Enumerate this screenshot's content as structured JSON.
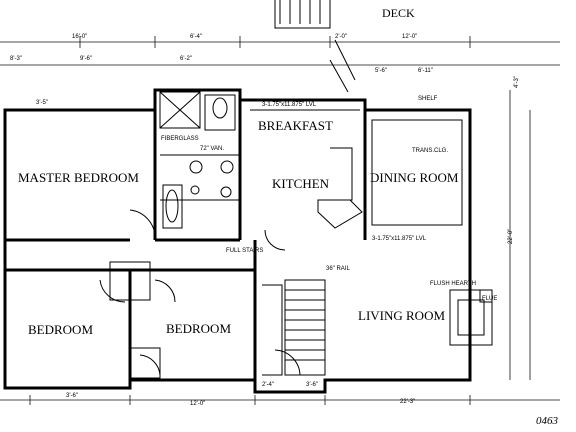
{
  "rooms": {
    "deck": "DECK",
    "master_bedroom": "MASTER BEDROOM",
    "breakfast": "BREAKFAST",
    "kitchen": "KITCHEN",
    "dining_room": "DINING ROOM",
    "bedroom_1": "BEDROOM",
    "bedroom_2": "BEDROOM",
    "living_room": "LIVING ROOM"
  },
  "notes": {
    "van": "72\" VAN.",
    "full_stairs": "FULL STAIRS",
    "rail": "36\" RAIL",
    "flush_hearth": "FLUSH HEARTH",
    "transom": "TRANS.CLG.",
    "flue": "FLUE",
    "shelf": "SHELF",
    "fiberglass": "FIBERGLASS"
  },
  "dimensions": {
    "top_1": "16'-0\"",
    "top_2": "6'-4\"",
    "top_3": "2'-0\"",
    "top_4": "12'-0\"",
    "top_5": "8'-3\"",
    "top_6": "9'-6\"",
    "top_7": "6'-2\"",
    "top_8": "5'-6\"",
    "top_9": "6'-11\"",
    "left_1": "3'-5\"",
    "side_1": "4'-3\"",
    "side_2": "22'-0\"",
    "bottom_1": "3'-6\"",
    "bottom_2": "12'-0\"",
    "bottom_3": "2'-4\"",
    "bottom_4": "3'-6\"",
    "bottom_5": "22'-3\"",
    "beam_1": "3-1.75\"x11.875\" LVL",
    "beam_2": "3-1.75\"x11.875\" LVL",
    "plan_number": "0463"
  }
}
